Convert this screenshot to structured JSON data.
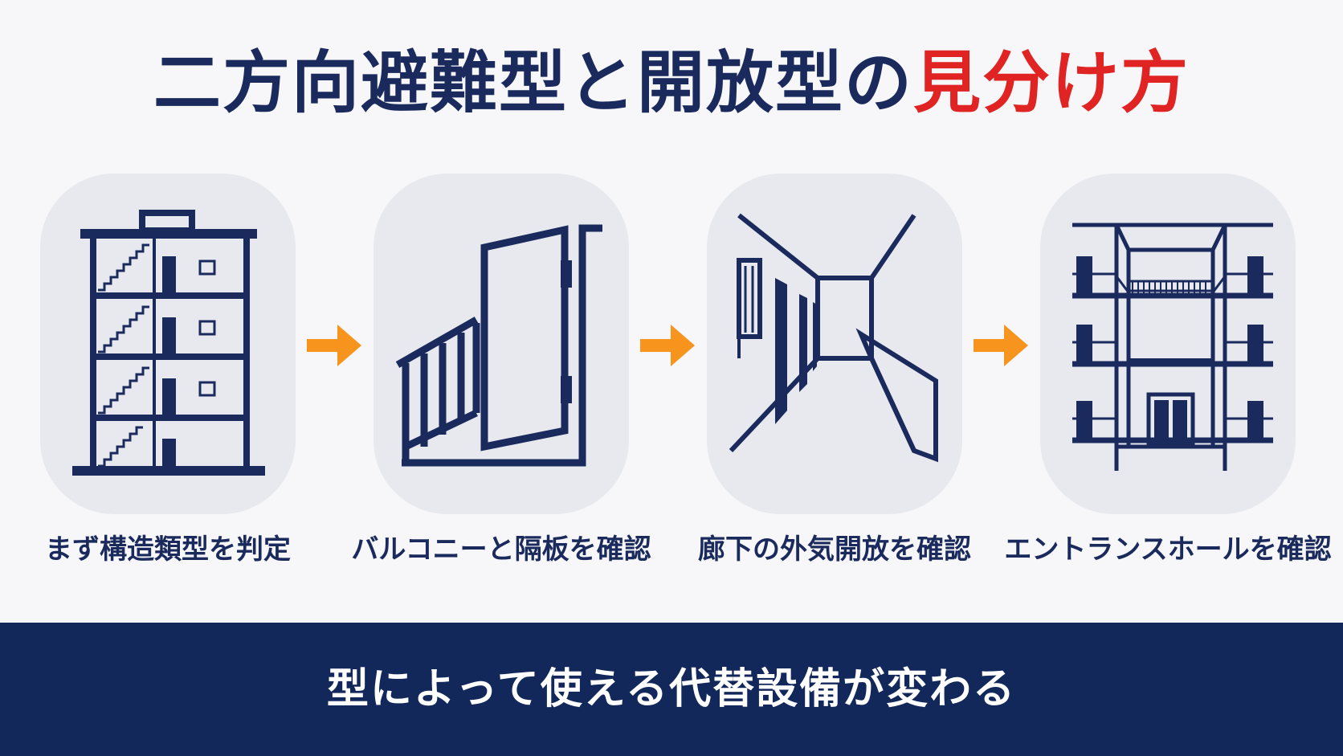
{
  "title": {
    "prefix": "二方向避難型と開放型の",
    "highlight": "見分け方"
  },
  "colors": {
    "navy": "#1a2a5c",
    "accent_red": "#e02424",
    "arrow_orange": "#f7941d",
    "card_bg": "#e8e9ef",
    "banner_bg": "#13285a"
  },
  "steps": [
    {
      "label": "まず構造類型を判定",
      "icon": "building-stairs-icon"
    },
    {
      "label": "バルコニーと隔板を確認",
      "icon": "balcony-partition-icon"
    },
    {
      "label": "廊下の外気開放を確認",
      "icon": "open-corridor-icon"
    },
    {
      "label": "エントランスホールを確認",
      "icon": "entrance-hall-icon"
    }
  ],
  "banner": {
    "text": "型によって使える代替設備が変わる"
  }
}
